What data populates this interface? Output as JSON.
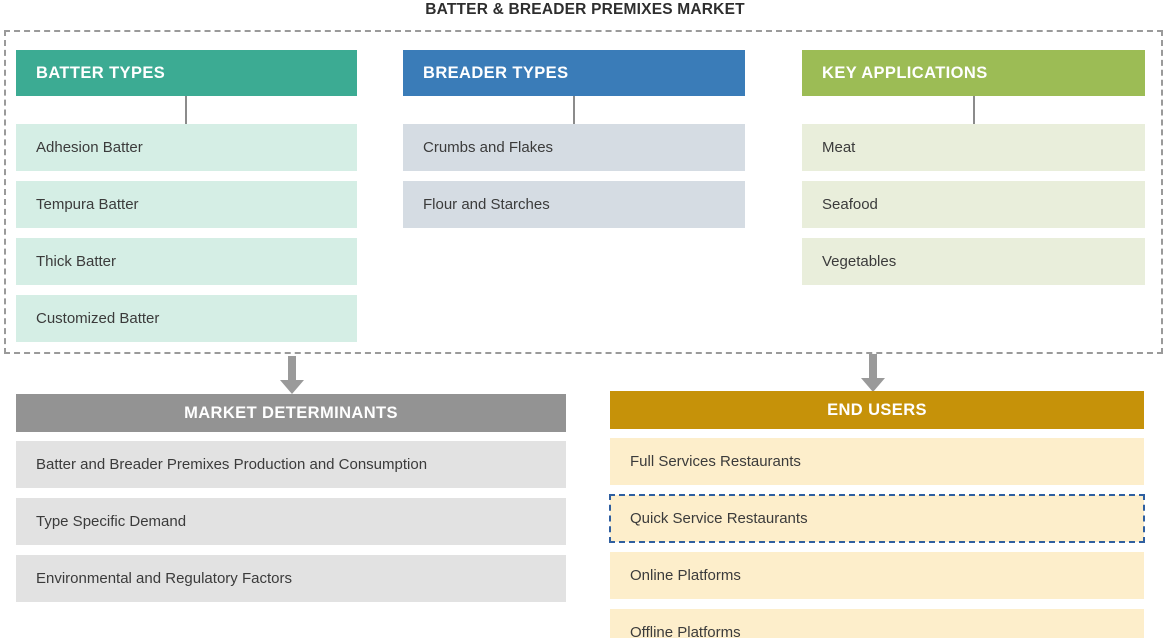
{
  "title": "BATTER & BREADER PREMIXES MARKET",
  "columns": {
    "batter": {
      "header": "BATTER  TYPES",
      "items": [
        {
          "label": "Adhesion Batter"
        },
        {
          "label": "Tempura Batter"
        },
        {
          "label": "Thick Batter"
        },
        {
          "label": "Customized Batter"
        }
      ]
    },
    "breader": {
      "header": "BREADER TYPES",
      "items": [
        {
          "label": "Crumbs and Flakes"
        },
        {
          "label": "Flour and Starches"
        }
      ]
    },
    "applications": {
      "header": "KEY APPLICATIONS",
      "items": [
        {
          "label": "Meat"
        },
        {
          "label": "Seafood"
        },
        {
          "label": "Vegetables"
        }
      ]
    },
    "determinants": {
      "header": "MARKET DETERMINANTS",
      "items": [
        {
          "label": "Batter and Breader Premixes Production and Consumption"
        },
        {
          "label": "Type Specific Demand"
        },
        {
          "label": "Environmental and Regulatory Factors"
        }
      ]
    },
    "end_users": {
      "header": "END USERS",
      "items": [
        {
          "label": "Full Services Restaurants"
        },
        {
          "label": "Quick Service Restaurants"
        },
        {
          "label": "Online Platforms"
        },
        {
          "label": "Offline Platforms"
        }
      ]
    }
  },
  "colors": {
    "batter_header": "#3cab93",
    "batter_item": "#d5eee5",
    "breader_header": "#3a7cb8",
    "breader_item": "#d5dce3",
    "applications_header": "#9cbc55",
    "applications_item": "#e9eedb",
    "determinants_header": "#939393",
    "determinants_item": "#e2e2e2",
    "end_users_header": "#c69209",
    "end_users_item": "#fdeecb",
    "connector": "#8b8b8b",
    "arrow": "#9a9a9a",
    "dashed_border": "#9a9a9a",
    "selection": "#2f5fa0"
  }
}
